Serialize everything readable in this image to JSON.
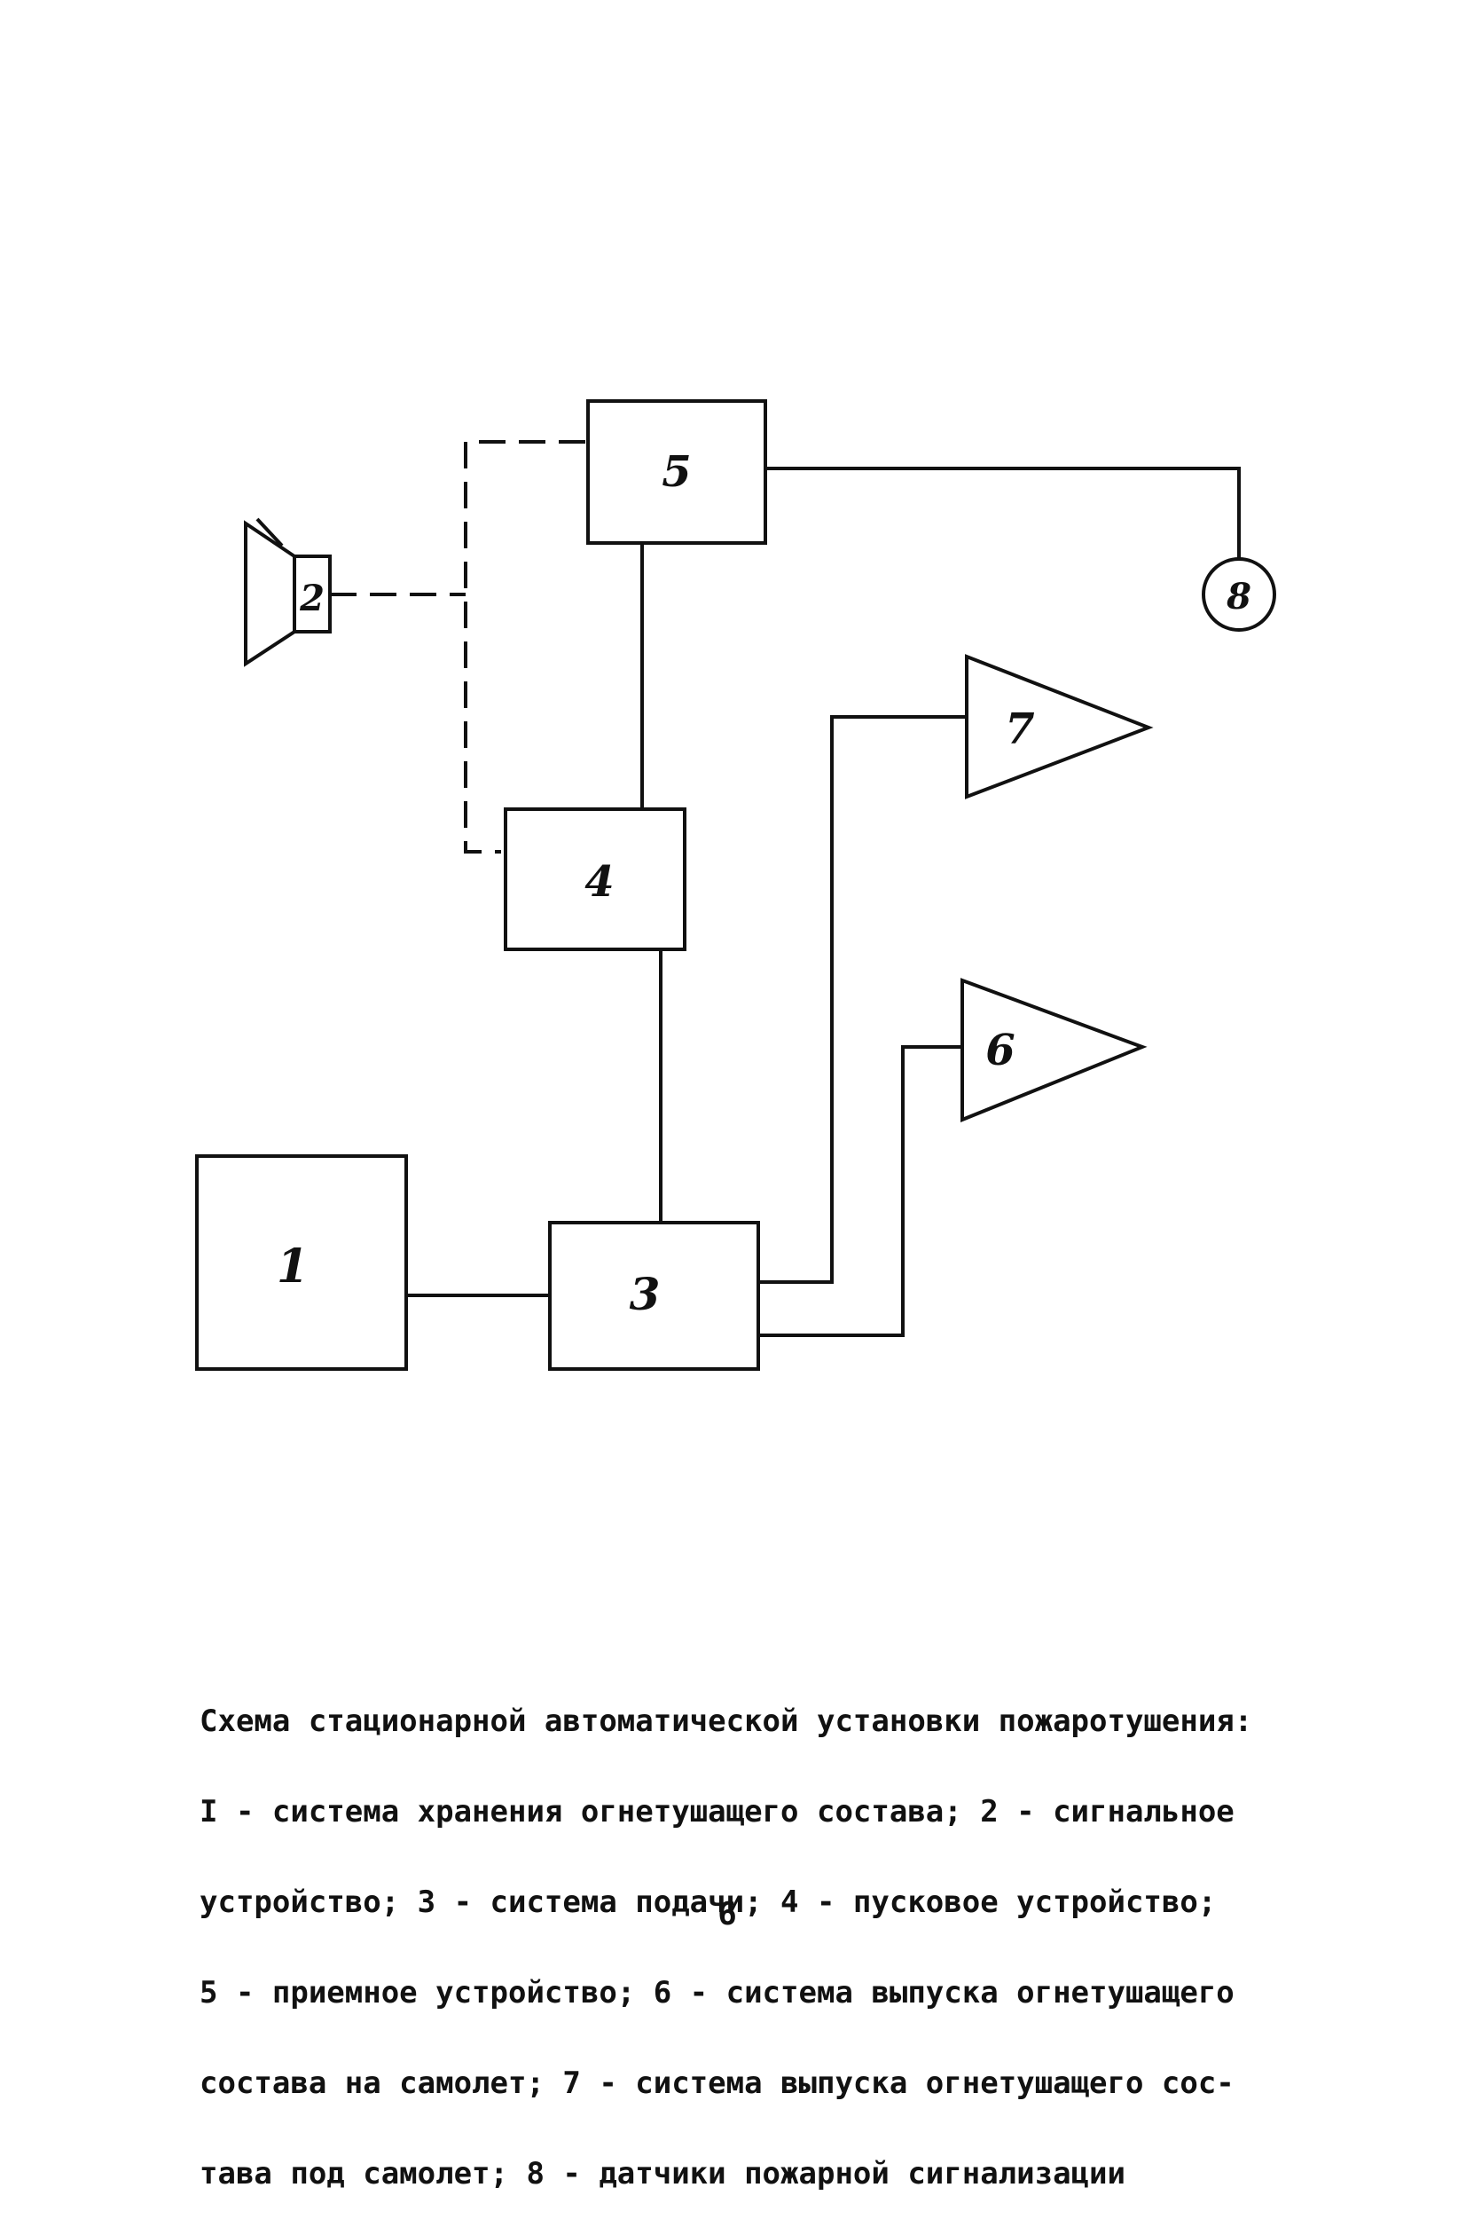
{
  "diagram": {
    "nodes": {
      "n1": "1",
      "n2": "2",
      "n3": "3",
      "n4": "4",
      "n5": "5",
      "n6": "6",
      "n7": "7",
      "n8": "8"
    }
  },
  "caption": {
    "lines": [
      "Схема стационарной автоматической установки пожаротушения:",
      "I - система хранения огнетушащего состава; 2 - сигнальное",
      "устройство; 3 - система подачи; 4 - пусковое устройство;",
      "5 - приемное устройство; 6 - система выпуска огнетушащего",
      "состава на самолет; 7 - система выпуска огнетушащего сос-",
      "тава под самолет; 8 - датчики пожарной сигнализации"
    ]
  },
  "page_number": "6"
}
